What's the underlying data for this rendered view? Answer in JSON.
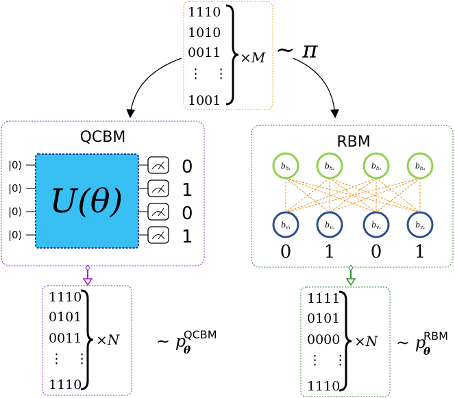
{
  "top_data": {
    "rows": [
      "1110",
      "1010",
      "0011",
      "⋮   ⋮",
      "1001"
    ],
    "multiplier": "×M",
    "distribution": "∼ π"
  },
  "qcbm": {
    "title": "QCBM",
    "input_states": [
      "|0⟩",
      "|0⟩",
      "|0⟩",
      "|0⟩"
    ],
    "unitary_label": "U(θ)",
    "measurement_outputs": [
      "0",
      "1",
      "0",
      "1"
    ],
    "samples": [
      "1110",
      "0101",
      "0011",
      "⋮   ⋮",
      "1110"
    ],
    "multiplier": "×N",
    "distribution_prefix": "∼ p",
    "distribution_sub": "θ",
    "distribution_sup": "QCBM"
  },
  "rbm": {
    "title": "RBM",
    "hidden_units": [
      "bh1",
      "bh2",
      "bh3",
      "bh4"
    ],
    "visible_units": [
      "bv1",
      "bv2",
      "bv3",
      "bv4"
    ],
    "visible_values": [
      "0",
      "1",
      "0",
      "1"
    ],
    "samples": [
      "1111",
      "0101",
      "0000",
      "⋮   ⋮",
      "1110"
    ],
    "multiplier": "×N",
    "distribution_prefix": "∼ p",
    "distribution_sub": "θ",
    "distribution_sup": "RBM"
  },
  "colors": {
    "top_border": "#f5a623",
    "qcbm_border": "#9b1fd1",
    "rbm_border": "#2e8b2e",
    "unitary_fill": "#38c0f5",
    "unitary_border": "#1a3a9a",
    "hidden_unit": "#8fd14f",
    "visible_unit": "#2a4f8f",
    "rbm_edges": "#f0901a"
  }
}
